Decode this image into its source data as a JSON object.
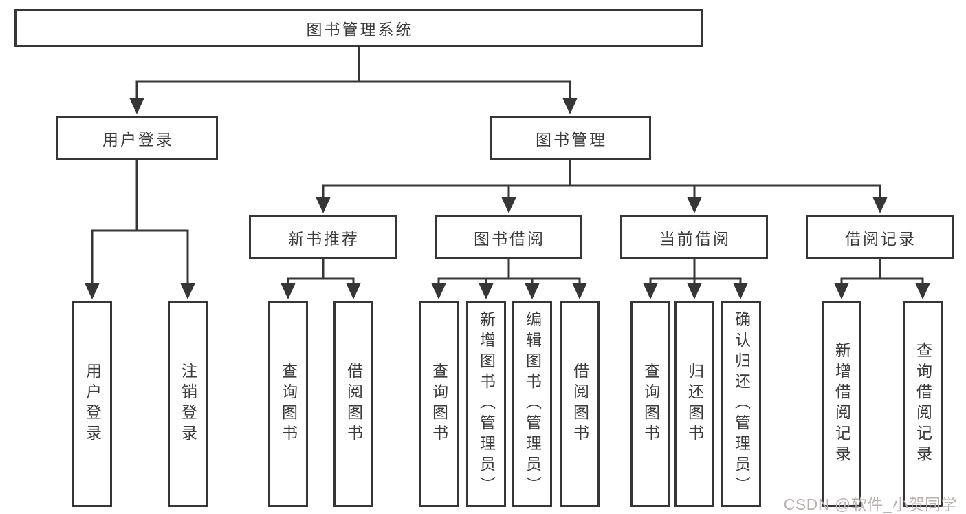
{
  "diagram": {
    "root": {
      "label": "图书管理系统"
    },
    "user_login": {
      "label": "用户登录",
      "children": [
        "用户登录",
        "注销登录"
      ]
    },
    "book_mgmt": {
      "label": "图书管理"
    },
    "new_books": {
      "label": "新书推荐",
      "children": [
        "查询图书",
        "借阅图书"
      ]
    },
    "book_borrow": {
      "label": "图书借阅",
      "children": [
        "查询图书",
        "新增图书（管理员）",
        "编辑图书（管理员）",
        "借阅图书"
      ]
    },
    "current_borrow": {
      "label": "当前借阅",
      "children": [
        "查询图书",
        "归还图书",
        "确认归还（管理员）"
      ]
    },
    "borrow_records": {
      "label": "借阅记录",
      "children": [
        "新增借阅记录",
        "查询借阅记录"
      ]
    },
    "colors": {
      "line": "#363636",
      "text": "#3b3b3b",
      "box_fill": "#ffffff",
      "background": "#ffffff",
      "watermark": "#b9b0b0"
    }
  },
  "watermark": {
    "text": "CSDN @软件_小贺同学"
  }
}
